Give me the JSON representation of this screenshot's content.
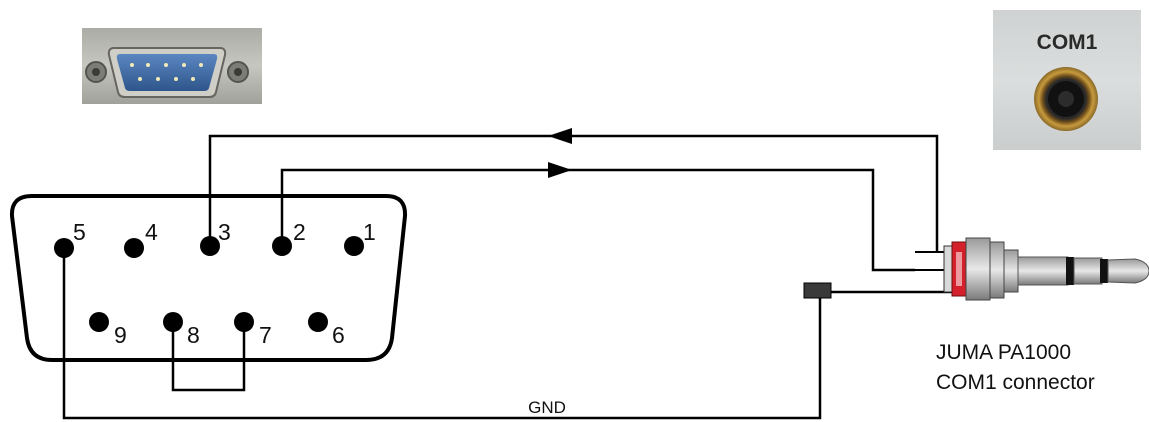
{
  "pins": [
    {
      "label": "5"
    },
    {
      "label": "4"
    },
    {
      "label": "3"
    },
    {
      "label": "2"
    },
    {
      "label": "1"
    },
    {
      "label": "9"
    },
    {
      "label": "8"
    },
    {
      "label": "7"
    },
    {
      "label": "6"
    }
  ],
  "wire_label": "GND",
  "photo_label": "COM1",
  "caption": {
    "line1": "JUMA PA1000",
    "line2": "COM1 connector"
  },
  "colors": {
    "line": "#000000",
    "jack_red": "#d4202a",
    "db9_blue": "#3c6aa8"
  },
  "icons": [
    "db9-connector-photo-icon",
    "com1-port-photo-icon",
    "stereo-jack-plug-icon",
    "direction-arrow-icon"
  ]
}
